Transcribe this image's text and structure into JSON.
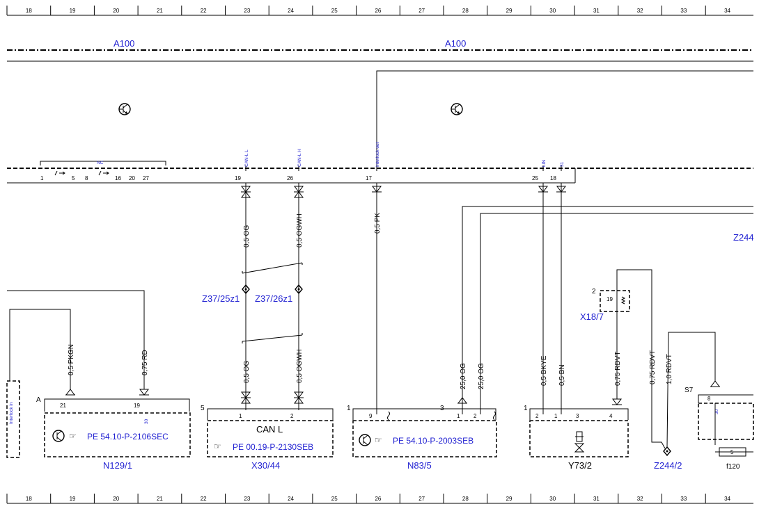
{
  "grid": {
    "top": [
      "18",
      "19",
      "20",
      "21",
      "22",
      "23",
      "24",
      "25",
      "26",
      "27",
      "28",
      "29",
      "30",
      "31",
      "32",
      "33",
      "34"
    ],
    "bottom": [
      "18",
      "19",
      "20",
      "21",
      "22",
      "23",
      "24",
      "25",
      "26",
      "27",
      "28",
      "29",
      "30",
      "31",
      "32",
      "33",
      "34"
    ]
  },
  "modules": {
    "a100_left": "A100",
    "a100_right": "A100",
    "z244_top": "Z244"
  },
  "connector": {
    "nc": "NC",
    "pins_left": [
      "1",
      "5",
      "8",
      "16",
      "20",
      "27"
    ],
    "pins": {
      "p19": "19",
      "p26": "26",
      "p17": "17",
      "p25": "25",
      "p18": "18"
    },
    "signals": {
      "canl": "CAN-L L",
      "canh": "CAN-L H",
      "interlock": "Interlock out",
      "lin": "LIN",
      "s31": "31"
    }
  },
  "wires": {
    "og1": "0,5 OG",
    "ogwh1": "0,5 OGWH",
    "pk": "0,5 PK",
    "og2": "0,5 OG",
    "ogwh2": "0,5 OGWH",
    "pkgn": "0,5 PKGN",
    "rd": "0,75 RD",
    "og25a": "25,0 OG",
    "og25b": "25,0 OG",
    "bkye": "0,5 BKYE",
    "bn": "0,5 BN",
    "rdvt1": "0,75 RDVT",
    "rdvt2": "0,75 RDVT",
    "rdvt3": "1,0 RDVT"
  },
  "splices": {
    "z37_25": "Z37/25z1",
    "z37_26": "Z37/26z1",
    "z244_2": "Z244/2"
  },
  "components": {
    "n129": {
      "name": "N129/1",
      "ref": "PE 54.10-P-2106SEC",
      "prefix": "A",
      "pin1": "21",
      "pin2": "19",
      "sub": "30"
    },
    "x30": {
      "name": "X30/44",
      "ref": "PE 00.19-P-2130SEB",
      "label": "CAN L",
      "prefix": "5",
      "pin1": "1",
      "pin2": "2"
    },
    "n83": {
      "name": "N83/5",
      "ref": "PE 54.10-P-2003SEB",
      "prefix": "1",
      "pin1": "9"
    },
    "conn3": {
      "prefix": "3",
      "pin1": "1",
      "pin2": "2"
    },
    "y73": {
      "name": "Y73/2",
      "prefix": "1",
      "pins": [
        "2",
        "1",
        "3",
        "4"
      ]
    },
    "x18": {
      "name": "X18/7",
      "prefix": "2",
      "pin": "19"
    },
    "s7": {
      "name": "S7",
      "pin": "8",
      "sub": "30"
    },
    "f120": {
      "name": "f120",
      "fuse": "5"
    },
    "interlock_left": "Interlock in"
  },
  "colors": {
    "blue_text": "#1f1fd1",
    "line": "#000000"
  }
}
